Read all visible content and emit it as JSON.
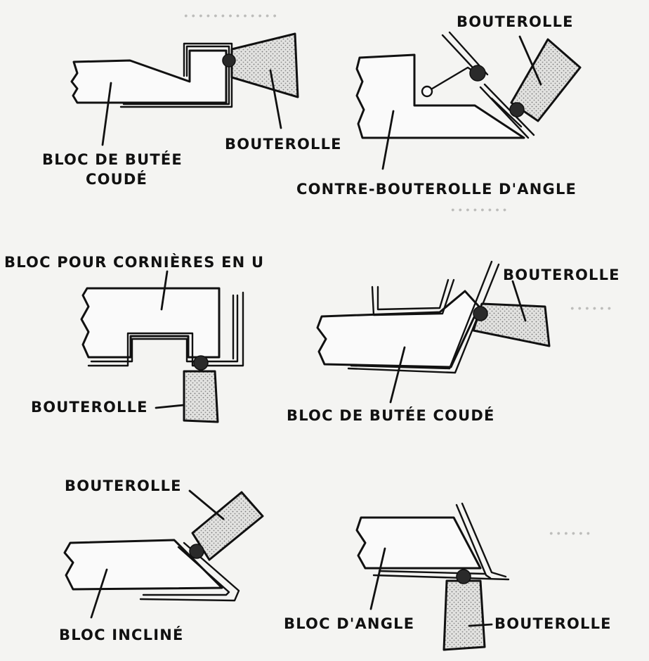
{
  "labels": {
    "bouterolle": "BOUTEROLLE",
    "bloc_butee_coude_line1": "BLOC DE BUTÉE",
    "bloc_butee_coude_line2": "COUDÉ",
    "contre_bouterolle": "CONTRE-BOUTEROLLE D'ANGLE",
    "bloc_cornieres_u": "BLOC POUR CORNIÈRES EN U",
    "bloc_butee_coude": "BLOC DE BUTÉE COUDÉ",
    "bloc_incline": "BLOC INCLINÉ",
    "bloc_angle": "BLOC D'ANGLE"
  },
  "colors": {
    "ink": "#111111",
    "paper": "#f4f4f2",
    "tool_fill": "#d8d8d6"
  }
}
